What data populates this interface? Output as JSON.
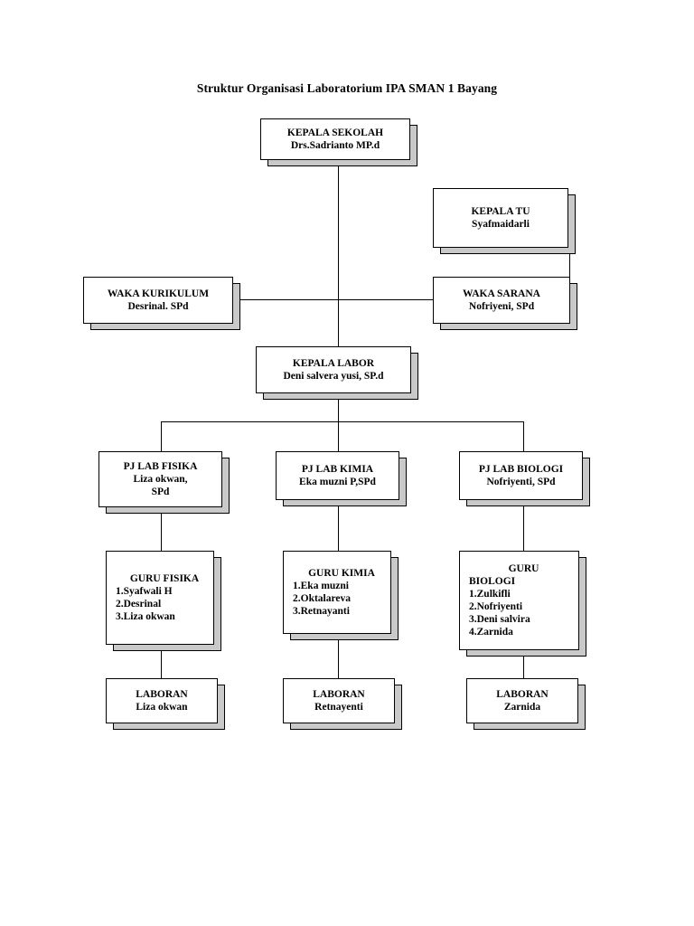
{
  "title": "Struktur Organisasi Laboratorium IPA SMAN 1 Bayang",
  "chart_data": {
    "type": "diagram",
    "title": "Struktur Organisasi Laboratorium IPA SMAN 1 Bayang",
    "nodes": [
      {
        "id": "kepala_sekolah",
        "lines": [
          "KEPALA SEKOLAH",
          "Drs.Sadrianto MP.d"
        ]
      },
      {
        "id": "kepala_tu",
        "lines": [
          "KEPALA TU",
          "Syafmaidarli"
        ]
      },
      {
        "id": "waka_kurikulum",
        "lines": [
          "WAKA KURIKULUM",
          "Desrinal. SPd"
        ]
      },
      {
        "id": "waka_sarana",
        "lines": [
          "WAKA SARANA",
          "Nofriyeni, SPd"
        ]
      },
      {
        "id": "kepala_labor",
        "lines": [
          "KEPALA LABOR",
          "Deni salvera yusi, SP.d"
        ]
      },
      {
        "id": "pj_lab_fisika",
        "lines": [
          "PJ LAB FISIKA",
          "Liza okwan,",
          "SPd"
        ]
      },
      {
        "id": "pj_lab_kimia",
        "lines": [
          "PJ LAB KIMIA",
          "Eka muzni P,SPd"
        ]
      },
      {
        "id": "pj_lab_biologi",
        "lines": [
          "PJ LAB BIOLOGI",
          "Nofriyenti, SPd"
        ]
      },
      {
        "id": "guru_fisika",
        "head": "GURU FISIKA",
        "lines": [
          "1.Syafwali H",
          "2.Desrinal",
          "3.Liza okwan"
        ]
      },
      {
        "id": "guru_kimia",
        "head": "GURU KIMIA",
        "lines": [
          "1.Eka muzni",
          "2.Oktalareva",
          "3.Retnayanti"
        ]
      },
      {
        "id": "guru_biologi",
        "head": "GURU",
        "head2": "BIOLOGI",
        "lines": [
          "1.Zulkifli",
          "2.Nofriyenti",
          "3.Deni salvira",
          "4.Zarnida"
        ]
      },
      {
        "id": "laboran_fisika",
        "lines": [
          "LABORAN",
          "Liza okwan"
        ]
      },
      {
        "id": "laboran_kimia",
        "lines": [
          "LABORAN",
          "Retnayenti"
        ]
      },
      {
        "id": "laboran_biologi",
        "lines": [
          "LABORAN",
          "Zarnida"
        ]
      }
    ],
    "edges": [
      {
        "from": "kepala_sekolah",
        "to": "kepala_labor"
      },
      {
        "from": "waka_kurikulum",
        "to": "waka_sarana"
      },
      {
        "from": "waka_sarana",
        "to": "kepala_tu"
      },
      {
        "from": "kepala_labor",
        "to": "pj_lab_fisika"
      },
      {
        "from": "kepala_labor",
        "to": "pj_lab_kimia"
      },
      {
        "from": "kepala_labor",
        "to": "pj_lab_biologi"
      },
      {
        "from": "pj_lab_fisika",
        "to": "guru_fisika"
      },
      {
        "from": "pj_lab_kimia",
        "to": "guru_kimia"
      },
      {
        "from": "pj_lab_biologi",
        "to": "guru_biologi"
      },
      {
        "from": "guru_fisika",
        "to": "laboran_fisika"
      },
      {
        "from": "guru_kimia",
        "to": "laboran_kimia"
      },
      {
        "from": "guru_biologi",
        "to": "laboran_biologi"
      }
    ]
  },
  "nodes": {
    "kepala_sekolah": {
      "l1": "KEPALA SEKOLAH",
      "l2": "Drs.Sadrianto MP.d"
    },
    "kepala_tu": {
      "l1": "KEPALA TU",
      "l2": "Syafmaidarli"
    },
    "waka_kurikulum": {
      "l1": "WAKA KURIKULUM",
      "l2": "Desrinal. SPd"
    },
    "waka_sarana": {
      "l1": "WAKA SARANA",
      "l2": "Nofriyeni, SPd"
    },
    "kepala_labor": {
      "l1": "KEPALA LABOR",
      "l2": "Deni salvera yusi, SP.d"
    },
    "pj_lab_fisika": {
      "l1": "PJ LAB FISIKA",
      "l2": "Liza okwan,",
      "l3": "SPd"
    },
    "pj_lab_kimia": {
      "l1": "PJ LAB KIMIA",
      "l2": "Eka muzni P,SPd"
    },
    "pj_lab_biologi": {
      "l1": "PJ LAB BIOLOGI",
      "l2": "Nofriyenti, SPd"
    },
    "guru_fisika": {
      "l1": "GURU FISIKA",
      "l2": "1.Syafwali H",
      "l3": "2.Desrinal",
      "l4": "3.Liza okwan"
    },
    "guru_kimia": {
      "l1": "GURU KIMIA",
      "l2": "1.Eka muzni",
      "l3": "2.Oktalareva",
      "l4": "3.Retnayanti"
    },
    "guru_biologi": {
      "l1": "GURU",
      "l2": "BIOLOGI",
      "l3": "1.Zulkifli",
      "l4": "2.Nofriyenti",
      "l5": "3.Deni salvira",
      "l6": "4.Zarnida"
    },
    "laboran_fisika": {
      "l1": "LABORAN",
      "l2": "Liza okwan"
    },
    "laboran_kimia": {
      "l1": "LABORAN",
      "l2": "Retnayenti"
    },
    "laboran_biologi": {
      "l1": "LABORAN",
      "l2": "Zarnida"
    }
  }
}
